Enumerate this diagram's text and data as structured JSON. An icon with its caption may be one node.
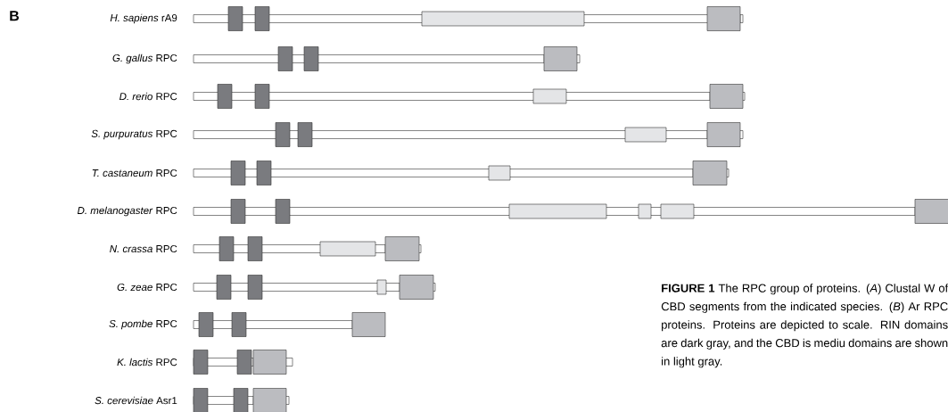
{
  "diagram": {
    "caption": "**FIGURE 1** The RPC group of proteins. (*A*) Clustal W of CBD segments from the indicated species. (*B*) Ar RPC proteins. Proteins are depicted to scale. RIN domains are dark gray, and the CBD is mediu domains are shown in light gray.",
    "labels": [
      "B",
      "*H. sapiens* rA9",
      "*G. gallus* RPC",
      "*D. rerio* RPC",
      "*S. purpuratus* RPC",
      "*T. castaneum* RPC",
      "*D. melanogaster* RPC",
      "*N. crassa* RPC",
      "*G. zeae* RPC",
      "*S. pombe* RPC",
      "*K. lactis* RPC",
      "*S. cerevisiae* Asr1"
    ]
  }
}
